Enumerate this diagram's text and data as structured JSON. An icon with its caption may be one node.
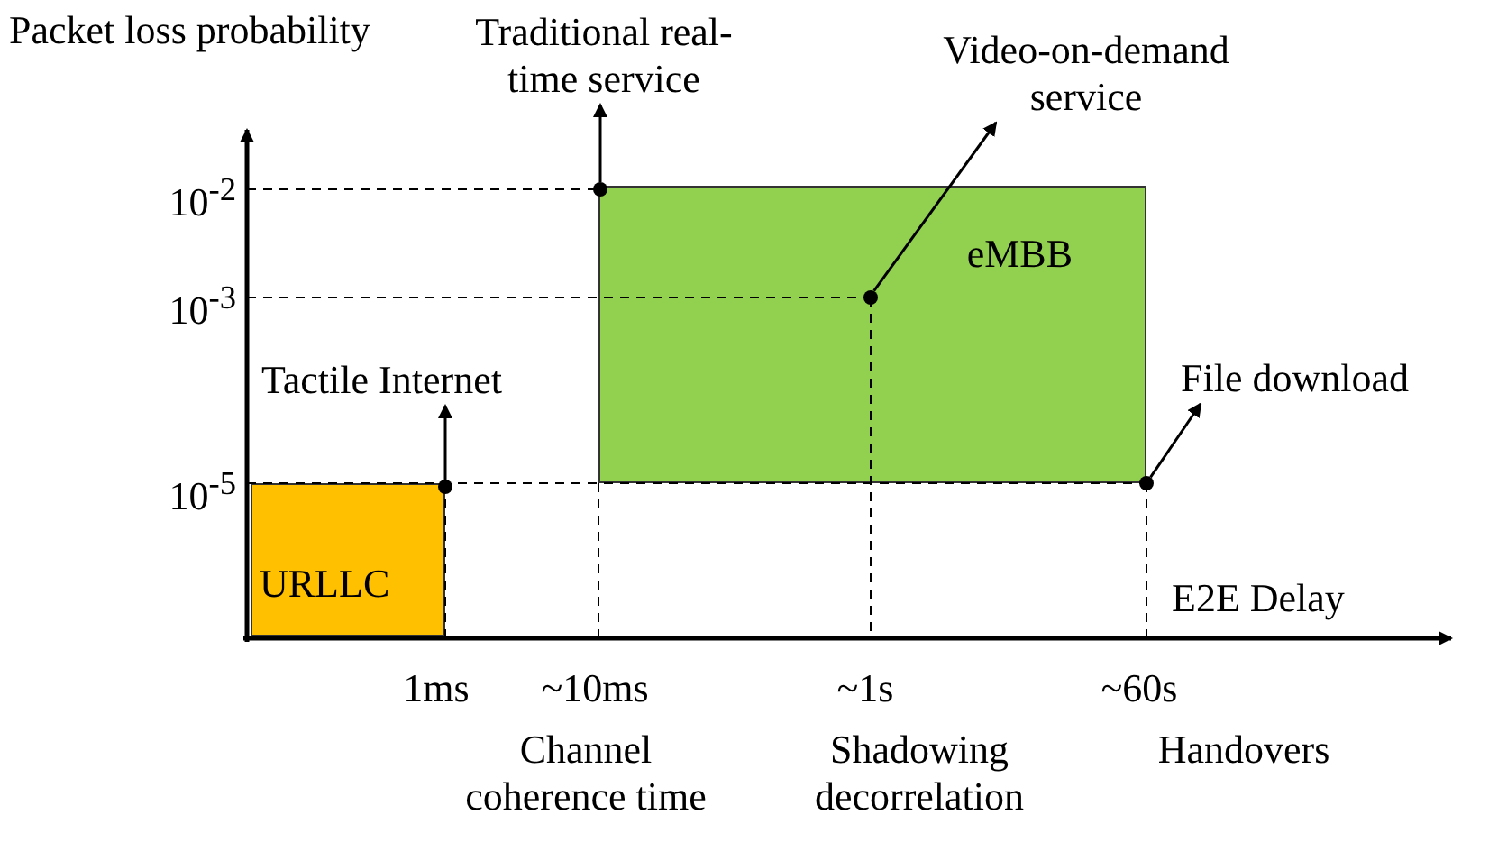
{
  "diagram": {
    "nodes": [
      {
        "text": [
          "URLLC"
        ]
      },
      {
        "text": [
          "eMBB"
        ]
      },
      {
        "text": [],
        "shape": "circle"
      },
      {
        "text": [
          "Tactile Internet"
        ]
      },
      {
        "text": [],
        "shape": "circle"
      },
      {
        "text": [
          "Traditional real-time service"
        ]
      },
      {
        "text": [],
        "shape": "circle",
        "in": 1
      },
      {
        "text": [
          "Video-on-demand service"
        ]
      },
      {
        "text": [],
        "shape": "circle"
      },
      {
        "text": [
          "File download"
        ]
      }
    ],
    "edges": [
      {
        "from": 2,
        "to": 3,
        "arrow": "to"
      },
      {
        "from": 4,
        "to": 5,
        "arrow": "to"
      },
      {
        "from": 6,
        "to": 7,
        "arrow": "to"
      },
      {
        "from": 8,
        "to": 9,
        "arrow": "to"
      }
    ],
    "labels": [
      "Packet loss probability",
      "10$^{-2}$",
      "10$^{-3}$",
      "10$^{-5}$",
      "E2E Delay",
      "1ms",
      "~10ms",
      "~1s",
      "~60s",
      "Channel coherence time",
      "Shadowing decorrelation",
      "Handovers"
    ]
  }
}
